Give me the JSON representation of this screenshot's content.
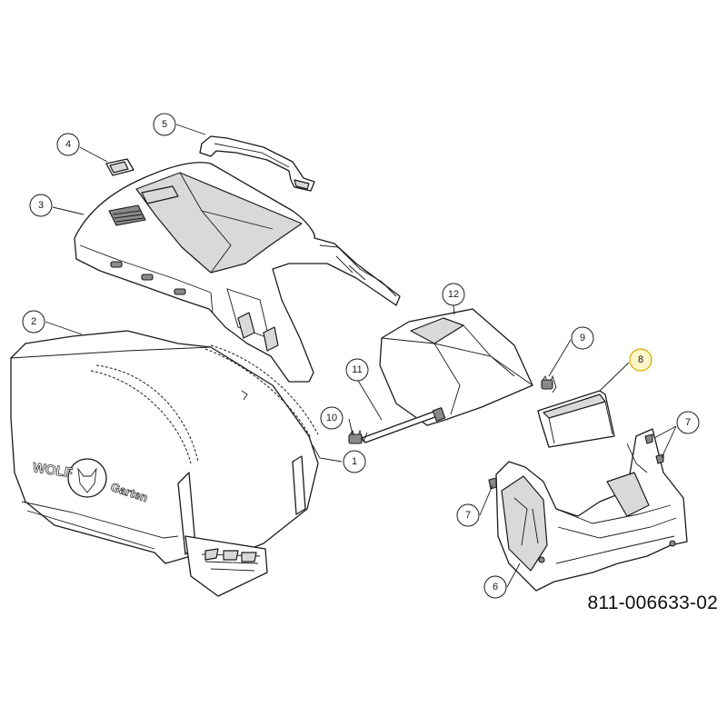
{
  "diagram": {
    "reference_number": "811-006633-02",
    "brand": {
      "wordmark": "WOLF",
      "sub_wordmark": "Garten"
    },
    "callouts": [
      {
        "id": "c1",
        "label": "1"
      },
      {
        "id": "c2",
        "label": "2"
      },
      {
        "id": "c3",
        "label": "3"
      },
      {
        "id": "c4",
        "label": "4"
      },
      {
        "id": "c5",
        "label": "5"
      },
      {
        "id": "c6",
        "label": "6"
      },
      {
        "id": "c7a",
        "label": "7"
      },
      {
        "id": "c7b",
        "label": "7"
      },
      {
        "id": "c8",
        "label": "8",
        "highlighted": true
      },
      {
        "id": "c9",
        "label": "9"
      },
      {
        "id": "c10",
        "label": "10"
      },
      {
        "id": "c11",
        "label": "11"
      },
      {
        "id": "c12",
        "label": "12"
      }
    ],
    "highlight_color": "#f2c200"
  }
}
